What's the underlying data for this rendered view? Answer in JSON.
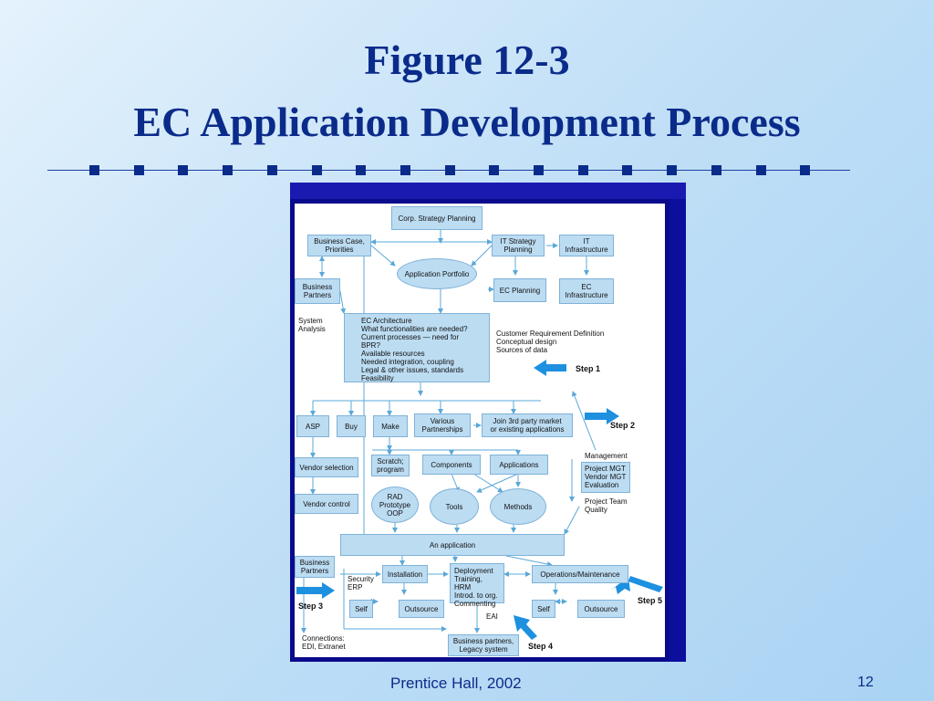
{
  "slide": {
    "title_line1": "Figure 12-3",
    "title_line2": "EC Application Development Process",
    "footer_text": "Prentice Hall, 2002",
    "page_number": "12"
  },
  "diagram": {
    "corp_strategy": "Corp. Strategy Planning",
    "business_case": "Business Case,\nPriorities",
    "it_strategy": "IT Strategy\nPlanning",
    "it_infrastructure": "IT\nInfrastructure",
    "app_portfolio": "Application Portfolio",
    "business_partners_top": "Business\nPartners",
    "ec_planning": "EC Planning",
    "ec_infrastructure": "EC\nInfrastructure",
    "system_analysis": "System\nAnalysis",
    "ec_architecture": "EC Architecture\nWhat functionalities are needed?\nCurrent processes — need for BPR?\nAvailable resources\nNeeded integration, coupling\nLegal & other issues, standards\nFeasibility",
    "customer_requirements": "Customer Requirement Definition\nConceptual design\nSources of data",
    "step1": "Step 1",
    "asp": "ASP",
    "buy": "Buy",
    "make": "Make",
    "various_partnerships": "Various\nPartnerships",
    "join_3rd_party": "Join 3rd party market\nor existing applications",
    "step2": "Step 2",
    "vendor_selection": "Vendor selection",
    "vendor_control": "Vendor control",
    "scratch_program": "Scratch;\nprogram",
    "components": "Components",
    "applications": "Applications",
    "management": "Management",
    "project_mgt": "Project MGT\nVendor MGT\nEvaluation",
    "project_team": "Project Team\nQuality",
    "rad": "RAD\nPrototype\nOOP",
    "tools": "Tools",
    "methods": "Methods",
    "an_application": "An application",
    "business_partners_bottom": "Business\nPartners",
    "security_erp": "Security\nERP",
    "installation": "Installation",
    "deployment": "Deployment\nTraining, HRM\nIntrod. to org.\nCommenting",
    "operations": "Operations/Maintenance",
    "step3": "Step 3",
    "step5": "Step 5",
    "self_left": "Self",
    "outsource_left": "Outsource",
    "self_right": "Self",
    "outsource_right": "Outsource",
    "eai": "EAI",
    "connections": "Connections:\nEDI, Extranet",
    "business_legacy": "Business partners,\nLegacy system",
    "step4": "Step 4"
  },
  "colors": {
    "title": "#0b2b8a",
    "box_fill": "#bcdcf2",
    "connector": "#5aa8d8",
    "step_arrow": "#1e90e0",
    "frame": "#0a0a8c"
  }
}
